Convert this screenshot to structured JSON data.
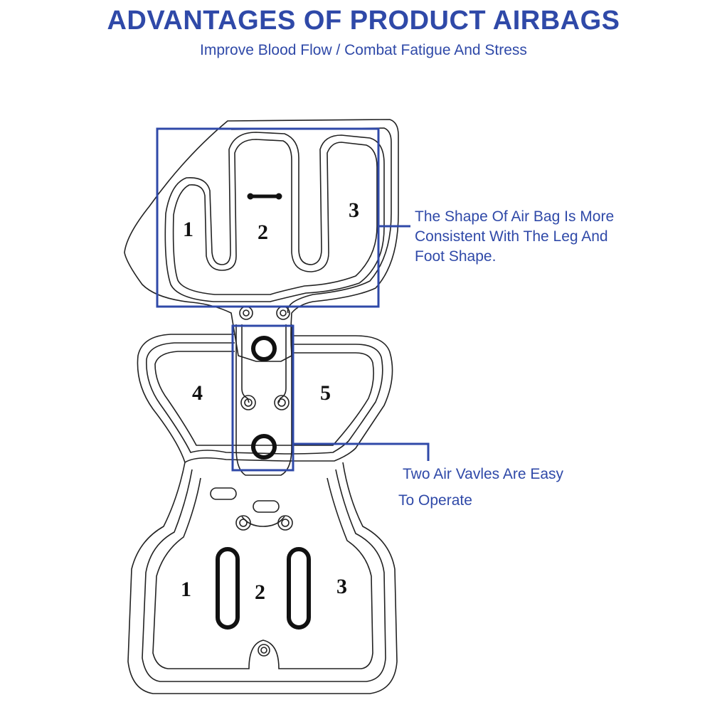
{
  "header": {
    "title": "ADVANTAGES OF PRODUCT AIRBAGS",
    "subtitle": "Improve Blood Flow / Combat Fatigue And Stress"
  },
  "callouts": {
    "leg_foot_shape": "The Shape Of Air Bag Is More Consistent With The Leg And Foot Shape.",
    "air_valves_line1": "Two Air Vavles Are Easy",
    "air_valves_line2": "To Operate"
  },
  "zones": {
    "top": [
      "1",
      "2",
      "3"
    ],
    "middle": [
      "4",
      "5"
    ],
    "bottom": [
      "1",
      "2",
      "3"
    ]
  },
  "colors": {
    "accent": "#2f49a8",
    "outline": "#222222"
  }
}
